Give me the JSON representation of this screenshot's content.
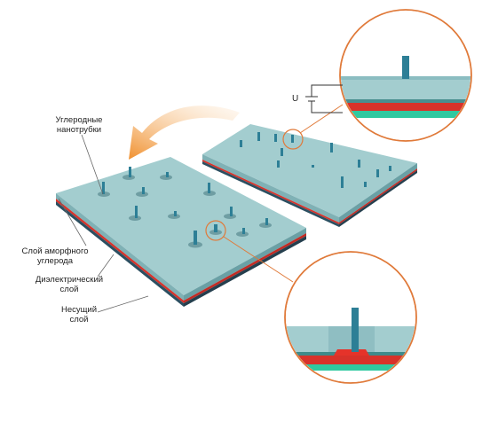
{
  "labels": {
    "nanotubes": "Углеродные\nнанотрубки",
    "amorphous_layer": "Слой аморфного\nуглерода",
    "dielectric_layer": "Диэлектрический\nслой",
    "carrier_layer": "Несущий\nслой",
    "voltage": "U"
  },
  "colors": {
    "surface_top": "#a3cdcf",
    "surface_side": "#7fb1b5",
    "dielectric": "#d8322a",
    "carrier": "#2c4f61",
    "green_layer": "#2fc9a0",
    "nanotube": "#2d7f96",
    "callout_ring": "#e07a3a",
    "arrow": "#f29a3c"
  }
}
